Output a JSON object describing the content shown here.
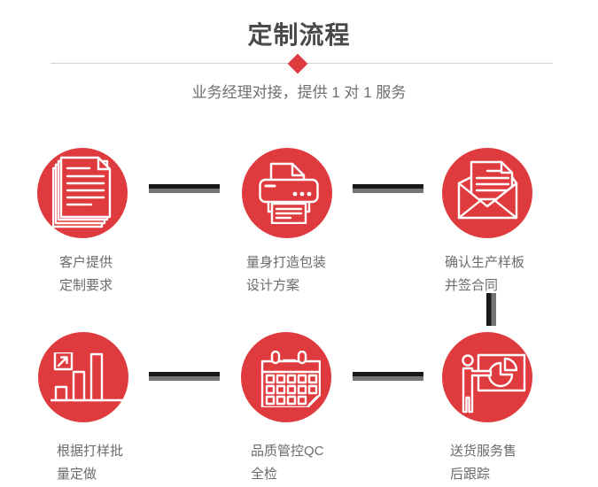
{
  "header": {
    "title": "定制流程",
    "subtitle": "业务经理对接，提供 1 对 1 服务"
  },
  "colors": {
    "accent_red": "#df3b3e",
    "title_gray": "#4a4a4a",
    "text_gray": "#6b6b6b",
    "divider_gray": "#d2d2d2",
    "connector_dark": "#191919",
    "connector_light": "#757575"
  },
  "steps": [
    {
      "icon": "documents-icon",
      "line1": "客户提供",
      "line2": "定制要求"
    },
    {
      "icon": "printer-icon",
      "line1": "量身打造包装",
      "line2": "设计方案"
    },
    {
      "icon": "envelope-icon",
      "line1": "确认生产样板",
      "line2": "并签合同"
    },
    {
      "icon": "bar-chart-icon",
      "line1": "根据打样批",
      "line2": "量定做"
    },
    {
      "icon": "calendar-icon",
      "line1": "品质管控QC",
      "line2": "全检"
    },
    {
      "icon": "presenter-icon",
      "line1": "送货服务售",
      "line2": "后跟踪"
    }
  ]
}
